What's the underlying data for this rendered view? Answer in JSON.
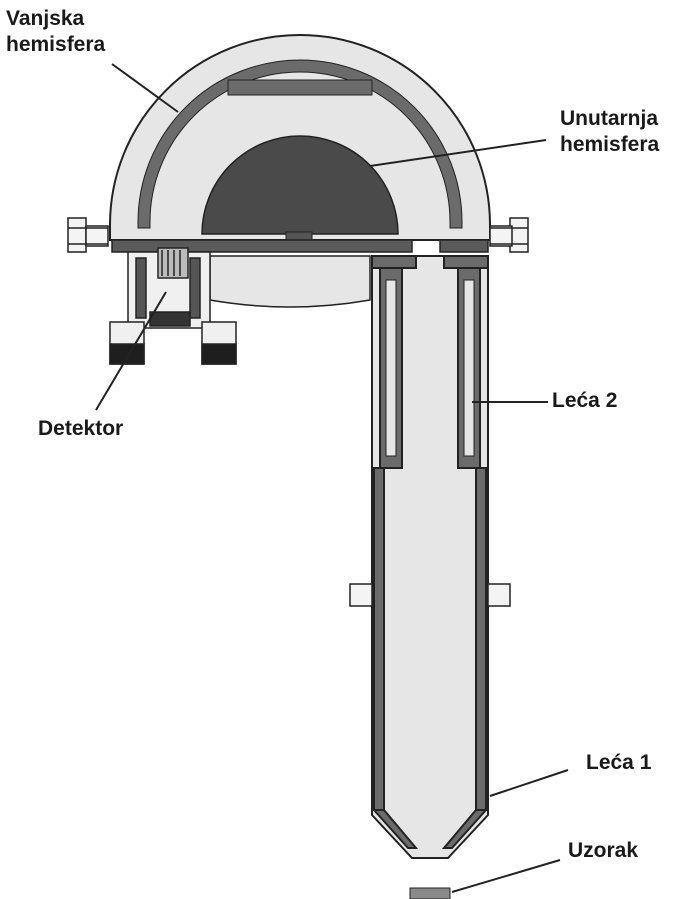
{
  "labels": {
    "outer_hemisphere": [
      "Vanjska",
      "hemisfera"
    ],
    "inner_hemisphere": [
      "Unutarnja",
      "hemisfera"
    ],
    "detector": "Detektor",
    "lens_2": "Leća 2",
    "lens_1": "Leća 1",
    "sample": "Uzorak"
  },
  "colors": {
    "outline": "#222222",
    "wall_dark": "#6b6b6b",
    "fill_light": "#e6e6e6",
    "inner_dome": "#4a4a4a",
    "label": "#1a1a1a"
  }
}
